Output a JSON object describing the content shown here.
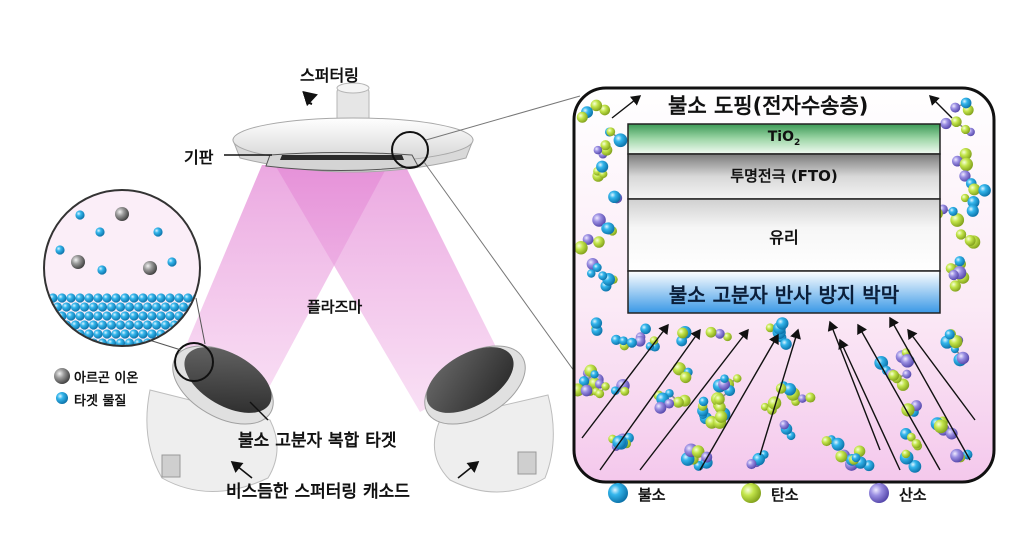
{
  "labels": {
    "sputtering": "스퍼터링",
    "substrate": "기판",
    "plasma": "플라즈마",
    "argon_ion": "아르곤 이온",
    "target_material": "타겟 물질",
    "composite_target": "불소 고분자 복합 타겟",
    "cathode": "비스듬한 스퍼터링 캐소드"
  },
  "inset": {
    "title": "불소 도핑(전자수송층)",
    "layers": {
      "tio2_main": "TiO",
      "tio2_sub": "2",
      "fto": "투명전극 (FTO)",
      "glass": "유리",
      "ar_film": "불소 고분자 반사 방지 박막"
    },
    "legend": [
      {
        "label": "불소",
        "color": "#2aa8e0"
      },
      {
        "label": "탄소",
        "color": "#b9e23c"
      },
      {
        "label": "산소",
        "color": "#8a7fd8"
      }
    ]
  },
  "colors": {
    "plasma": "#e48ad6",
    "tio2": "#5aa86e",
    "ar_film_top": "#2d8fe0",
    "ar_film_bottom": "#ffffff"
  }
}
